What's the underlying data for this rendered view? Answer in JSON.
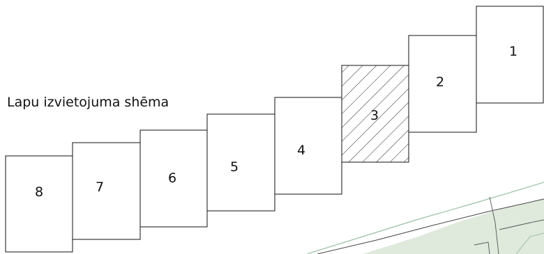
{
  "title": "Lapu izvietojuma shēma",
  "sheets": [
    {
      "label": "1",
      "selected": false
    },
    {
      "label": "2",
      "selected": false
    },
    {
      "label": "3",
      "selected": true
    },
    {
      "label": "4",
      "selected": false
    },
    {
      "label": "5",
      "selected": false
    },
    {
      "label": "6",
      "selected": false
    },
    {
      "label": "7",
      "selected": false
    },
    {
      "label": "8",
      "selected": false
    }
  ],
  "colors": {
    "sheet_border": "#111111",
    "hatch": "#222222",
    "basemap_fill": "#dfe9dc",
    "basemap_line": "#9cc0a6",
    "basemap_dark_line": "#444444"
  }
}
